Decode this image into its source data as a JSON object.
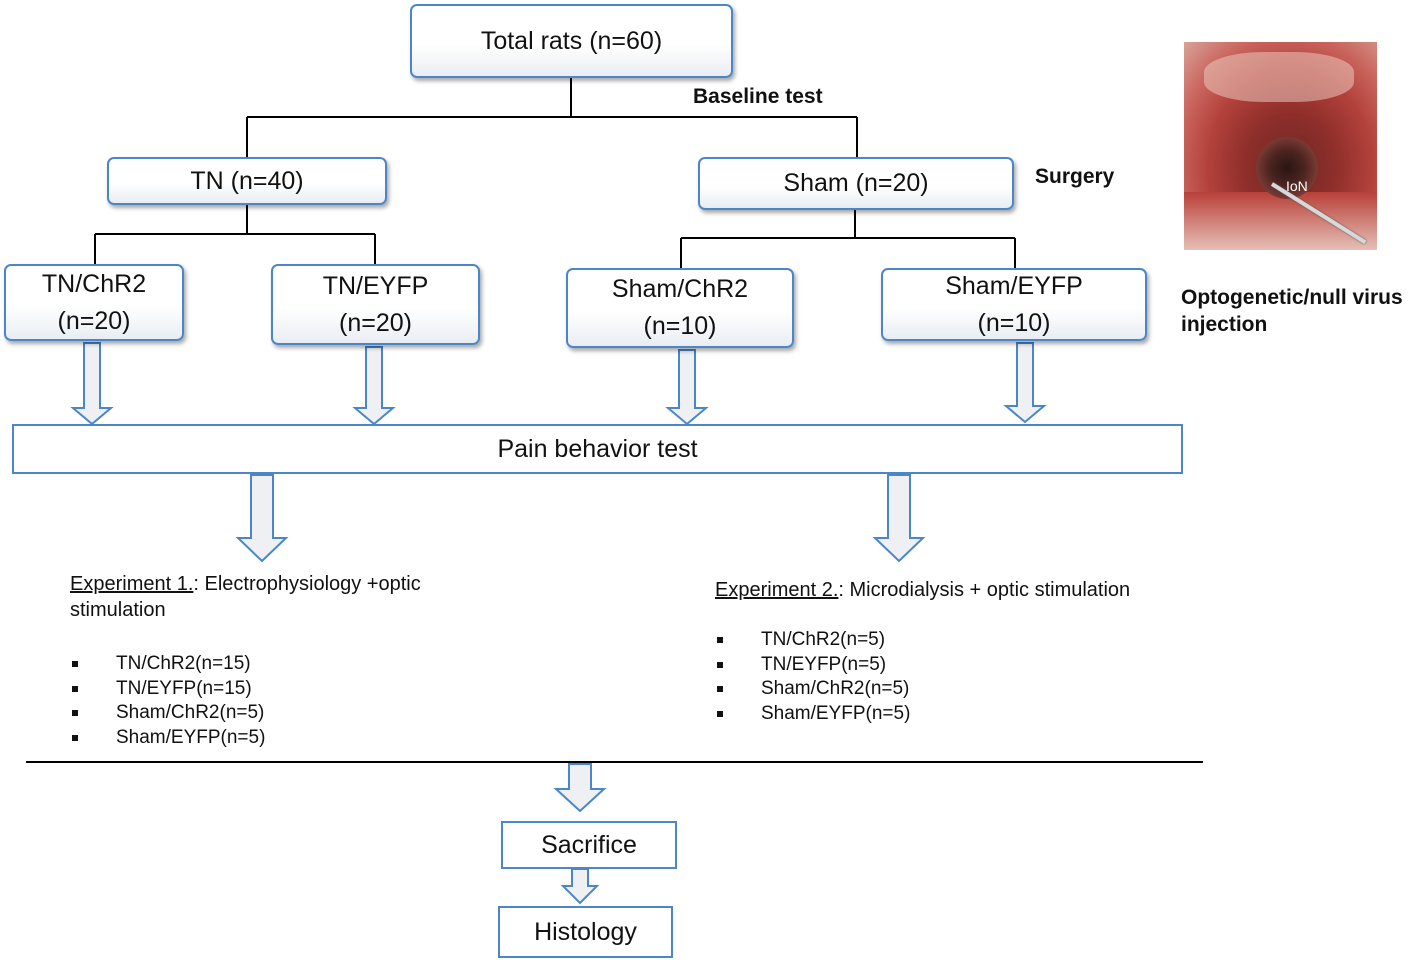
{
  "total": "Total rats (n=60)",
  "baseline_label": "Baseline test",
  "surgery_label": "Surgery",
  "injection_label": "Optogenetic/null virus injection",
  "tn": "TN (n=40)",
  "sham": "Sham (n=20)",
  "groups": {
    "tn_chr2": {
      "name": "TN/ChR2",
      "n": "(n=20)"
    },
    "tn_eyfp": {
      "name": "TN/EYFP",
      "n": "(n=20)"
    },
    "sham_chr2": {
      "name": "Sham/ChR2",
      "n": "(n=10)"
    },
    "sham_eyfp": {
      "name": "Sham/EYFP",
      "n": "(n=10)"
    }
  },
  "pain_test": "Pain behavior test",
  "experiment1": {
    "title": "Experiment 1.",
    "desc": ": Electrophysiology +optic stimulation",
    "items": [
      "TN/ChR2(n=15)",
      "TN/EYFP(n=15)",
      "Sham/ChR2(n=5)",
      "Sham/EYFP(n=5)"
    ]
  },
  "experiment2": {
    "title": "Experiment 2.",
    "desc": ": Microdialysis + optic stimulation",
    "items": [
      "TN/ChR2(n=5)",
      "TN/EYFP(n=5)",
      "Sham/ChR2(n=5)",
      "Sham/EYFP(n=5)"
    ]
  },
  "sacrifice": "Sacrifice",
  "histology": "Histology",
  "photo_label": "IoN",
  "colors": {
    "box_border": "#4a86c8",
    "arrow_fill": "#eef0f3",
    "line": "#000000"
  }
}
